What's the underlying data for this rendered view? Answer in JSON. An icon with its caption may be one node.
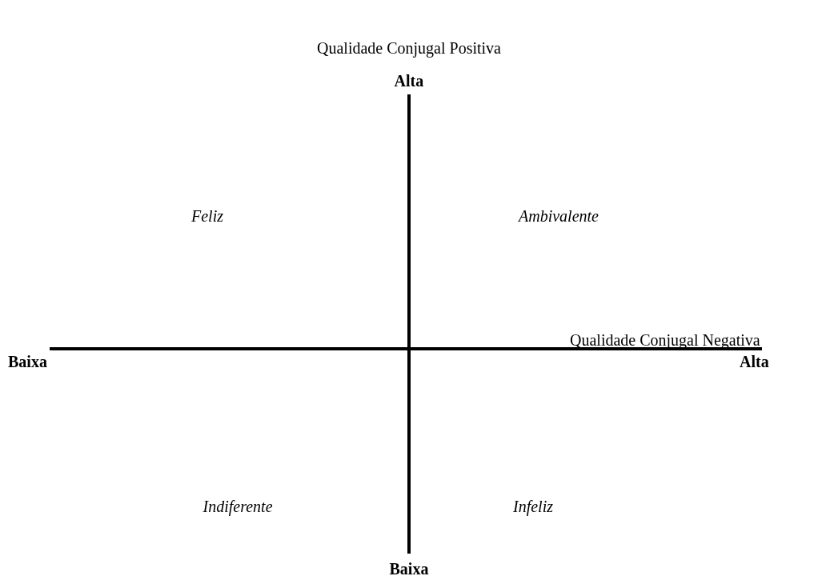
{
  "diagram": {
    "labels": [
      "Qualidade Conjugal Positiva",
      "Alta",
      "Feliz",
      "Ambivalente",
      "Qualidade Conjugal Negativa",
      "Baixa",
      "Alta",
      "Indiferente",
      "Infeliz",
      "Baixa"
    ]
  }
}
